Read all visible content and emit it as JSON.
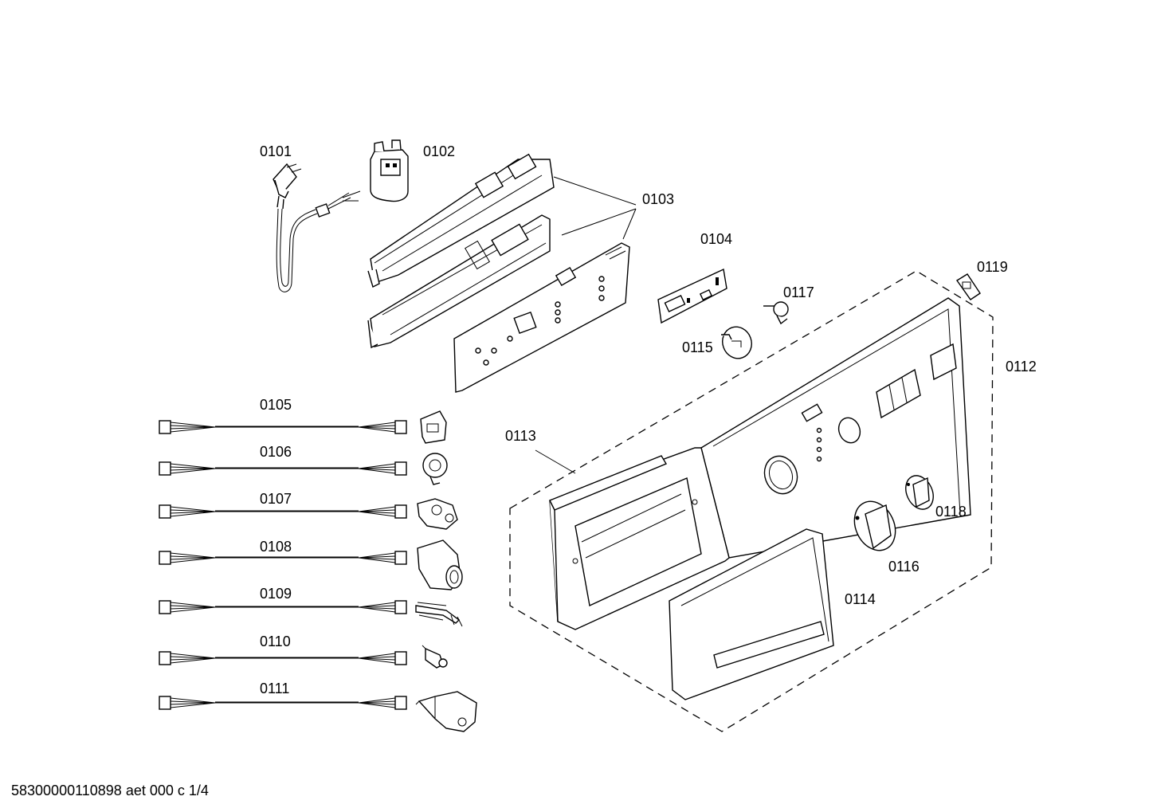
{
  "diagram": {
    "labels": {
      "p0101": "0101",
      "p0102": "0102",
      "p0103": "0103",
      "p0104": "0104",
      "p0105": "0105",
      "p0106": "0106",
      "p0107": "0107",
      "p0108": "0108",
      "p0109": "0109",
      "p0110": "0110",
      "p0111": "0111",
      "p0112": "0112",
      "p0113": "0113",
      "p0114": "0114",
      "p0115": "0115",
      "p0116": "0116",
      "p0117": "0117",
      "p0118": "0118",
      "p0119": "0119"
    },
    "footer": "58300000110898 aet 000 c 1/4"
  }
}
